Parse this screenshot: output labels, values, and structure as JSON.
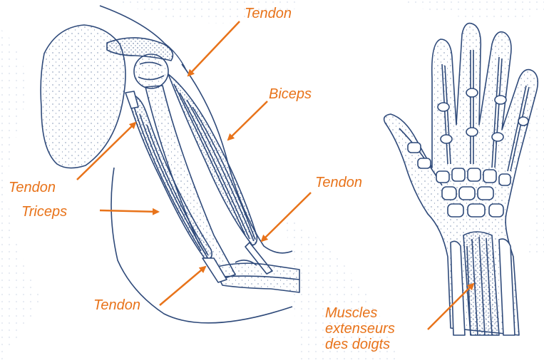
{
  "colors": {
    "label": "#e8731a",
    "arrow": "#e8731a",
    "ink": "#2f4a7a",
    "stipple": "#3a5688",
    "background_pattern": "#e9edf3"
  },
  "labels": {
    "tendon_top": "Tendon",
    "biceps": "Biceps",
    "tendon_left": "Tendon",
    "triceps": "Triceps",
    "tendon_right": "Tendon",
    "tendon_bottom": "Tendon",
    "muscles_extenseurs": [
      "Muscles",
      "extenseurs",
      "des doigts"
    ]
  }
}
